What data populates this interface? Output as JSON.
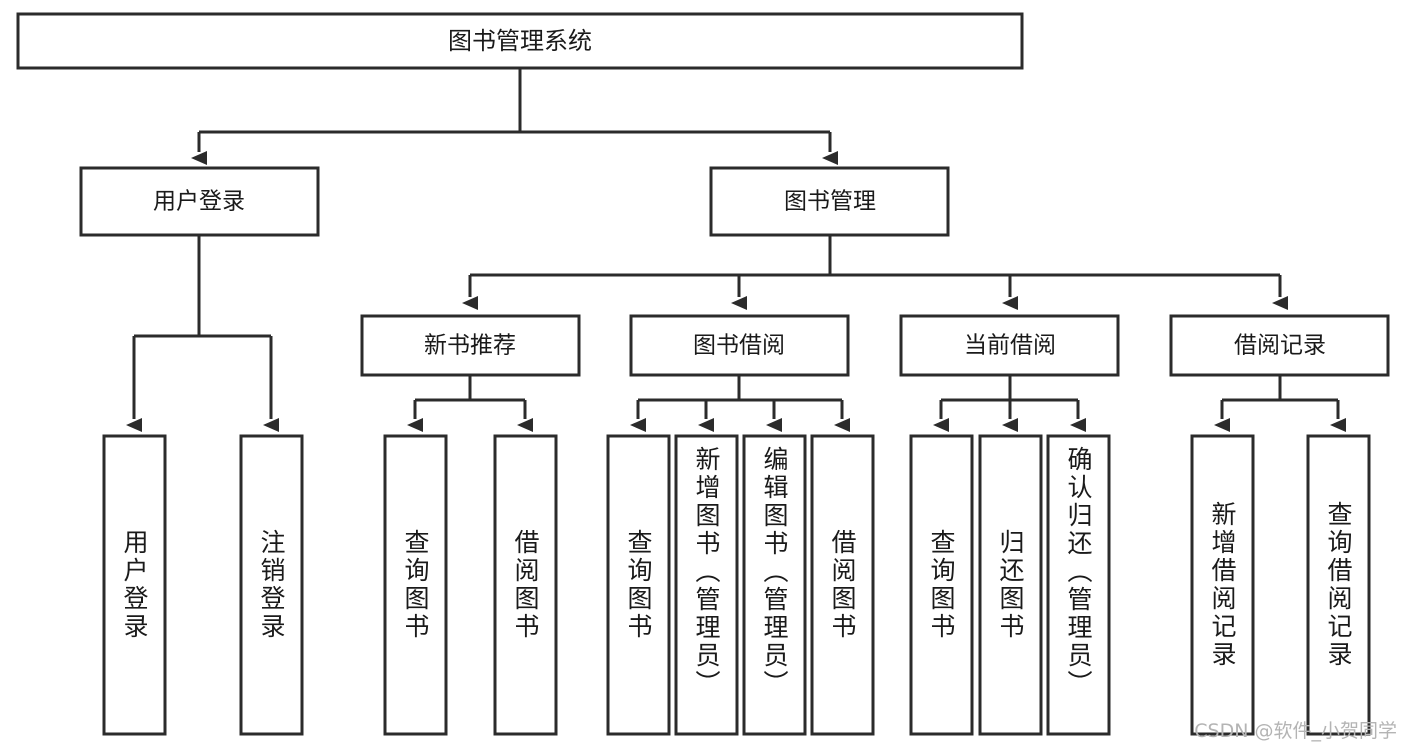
{
  "diagram": {
    "title": "图书管理系统",
    "type": "tree-hierarchy-chart",
    "root": {
      "label": "图书管理系统"
    },
    "level2": [
      {
        "label": "用户登录"
      },
      {
        "label": "图书管理"
      }
    ],
    "level3": [
      {
        "label": "新书推荐"
      },
      {
        "label": "图书借阅"
      },
      {
        "label": "当前借阅"
      },
      {
        "label": "借阅记录"
      }
    ],
    "leaves": [
      {
        "label": "用户登录"
      },
      {
        "label": "注销登录"
      },
      {
        "label": "查询图书"
      },
      {
        "label": "借阅图书"
      },
      {
        "label": "查询图书"
      },
      {
        "label": "新增图书（管理员）"
      },
      {
        "label": "编辑图书（管理员）"
      },
      {
        "label": "借阅图书"
      },
      {
        "label": "查询图书"
      },
      {
        "label": "归还图书"
      },
      {
        "label": "确认归还（管理员）"
      },
      {
        "label": "新增借阅记录"
      },
      {
        "label": "查询借阅记录"
      }
    ]
  },
  "watermark": {
    "text": "CSDN @软件_小贺同学"
  },
  "colors": {
    "stroke": "#2b2b2b",
    "box_fill": "#ffffff",
    "text": "#1a1a1a",
    "watermark": "#b4b4b4",
    "background": "#ffffff"
  }
}
